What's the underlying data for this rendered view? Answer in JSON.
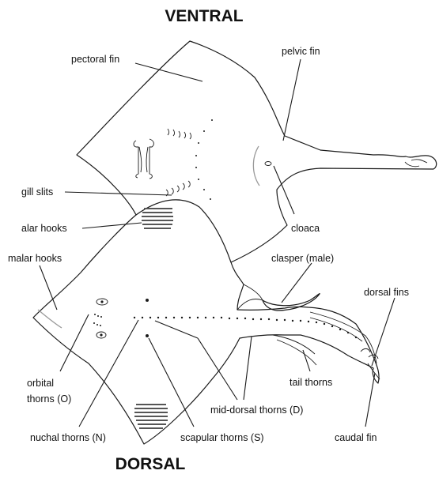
{
  "titles": {
    "ventral": "VENTRAL",
    "dorsal": "DORSAL"
  },
  "labels": {
    "pectoral_fin": "pectoral fin",
    "pelvic_fin": "pelvic fin",
    "gill_slits": "gill slits",
    "alar_hooks": "alar hooks",
    "cloaca": "cloaca",
    "malar_hooks": "malar hooks",
    "clasper": "clasper (male)",
    "dorsal_fins": "dorsal fins",
    "orbital_thorns_line1": "orbital",
    "orbital_thorns_line2": "thorns (O)",
    "tail_thorns": "tail thorns",
    "mid_dorsal_thorns": "mid-dorsal thorns (D)",
    "nuchal_thorns": "nuchal thorns (N)",
    "scapular_thorns": "scapular thorns (S)",
    "caudal_fin": "caudal fin"
  }
}
